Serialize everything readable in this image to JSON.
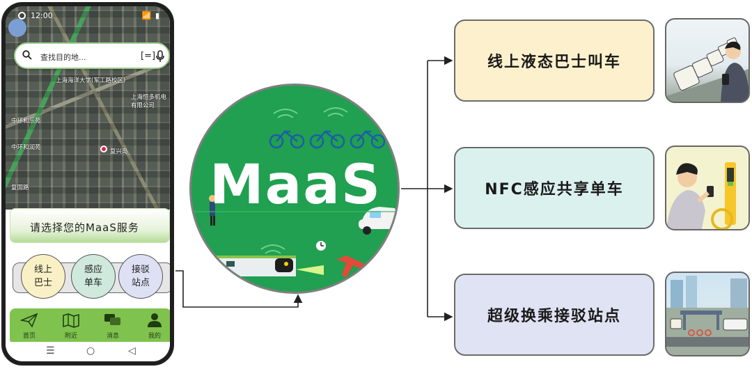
{
  "phone": {
    "status_time": "12:00",
    "status_icons": "📶 ▮",
    "search_placeholder": "查找目的地...",
    "map_labels": [
      "上海海洋大学(军工路校区)",
      "上海恒多机电有限公司",
      "中环和乐苑",
      "中环和润苑",
      "复兴岛",
      "复国路"
    ],
    "choose_prompt": "请选择您的MaaS服务",
    "options": [
      {
        "line1": "线上",
        "line2": "巴士"
      },
      {
        "line1": "感应",
        "line2": "单车"
      },
      {
        "line1": "接驳",
        "line2": "站点"
      }
    ],
    "nav": [
      {
        "label": "首页",
        "icon": "paper-plane-icon"
      },
      {
        "label": "附近",
        "icon": "map-icon"
      },
      {
        "label": "消息",
        "icon": "chat-icon"
      },
      {
        "label": "我的",
        "icon": "user-icon"
      }
    ],
    "sys_buttons": [
      "☰",
      "○",
      "◁"
    ]
  },
  "center": {
    "logo_text": "MaaS"
  },
  "services": [
    {
      "label": "线上液态巴士叫车",
      "image": "bus-passenger-illustration"
    },
    {
      "label": "NFC感应共享单车",
      "image": "bike-nfc-illustration"
    },
    {
      "label": "超级换乘接驳站点",
      "image": "transit-hub-illustration"
    }
  ],
  "colors": {
    "maas_green": "#20a050",
    "nav_green": "#7fc24e",
    "box1": "#fdf1cd",
    "box2": "#dbf1ee",
    "box3": "#dfe3f3"
  }
}
